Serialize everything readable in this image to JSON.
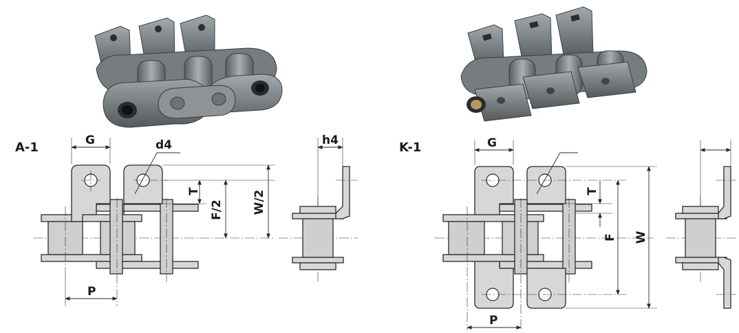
{
  "colors": {
    "line": "#2a2a2a",
    "part_fill": "#d7d7d7",
    "steel_dark": "#5f6467",
    "steel_light": "#9aa1a4"
  },
  "photos": {
    "a1_photo": "chain-a1-photo",
    "k1_photo": "chain-k1-photo"
  },
  "a1": {
    "section_label": "A-1",
    "labels": {
      "G": "G",
      "d4": "d4",
      "T": "T",
      "F_half": "F/2",
      "W_half": "W/2",
      "P": "P",
      "h4": "h4"
    }
  },
  "k1": {
    "section_label": "K-1",
    "labels": {
      "G": "G",
      "T": "T",
      "F": "F",
      "W": "W",
      "P": "P"
    }
  }
}
